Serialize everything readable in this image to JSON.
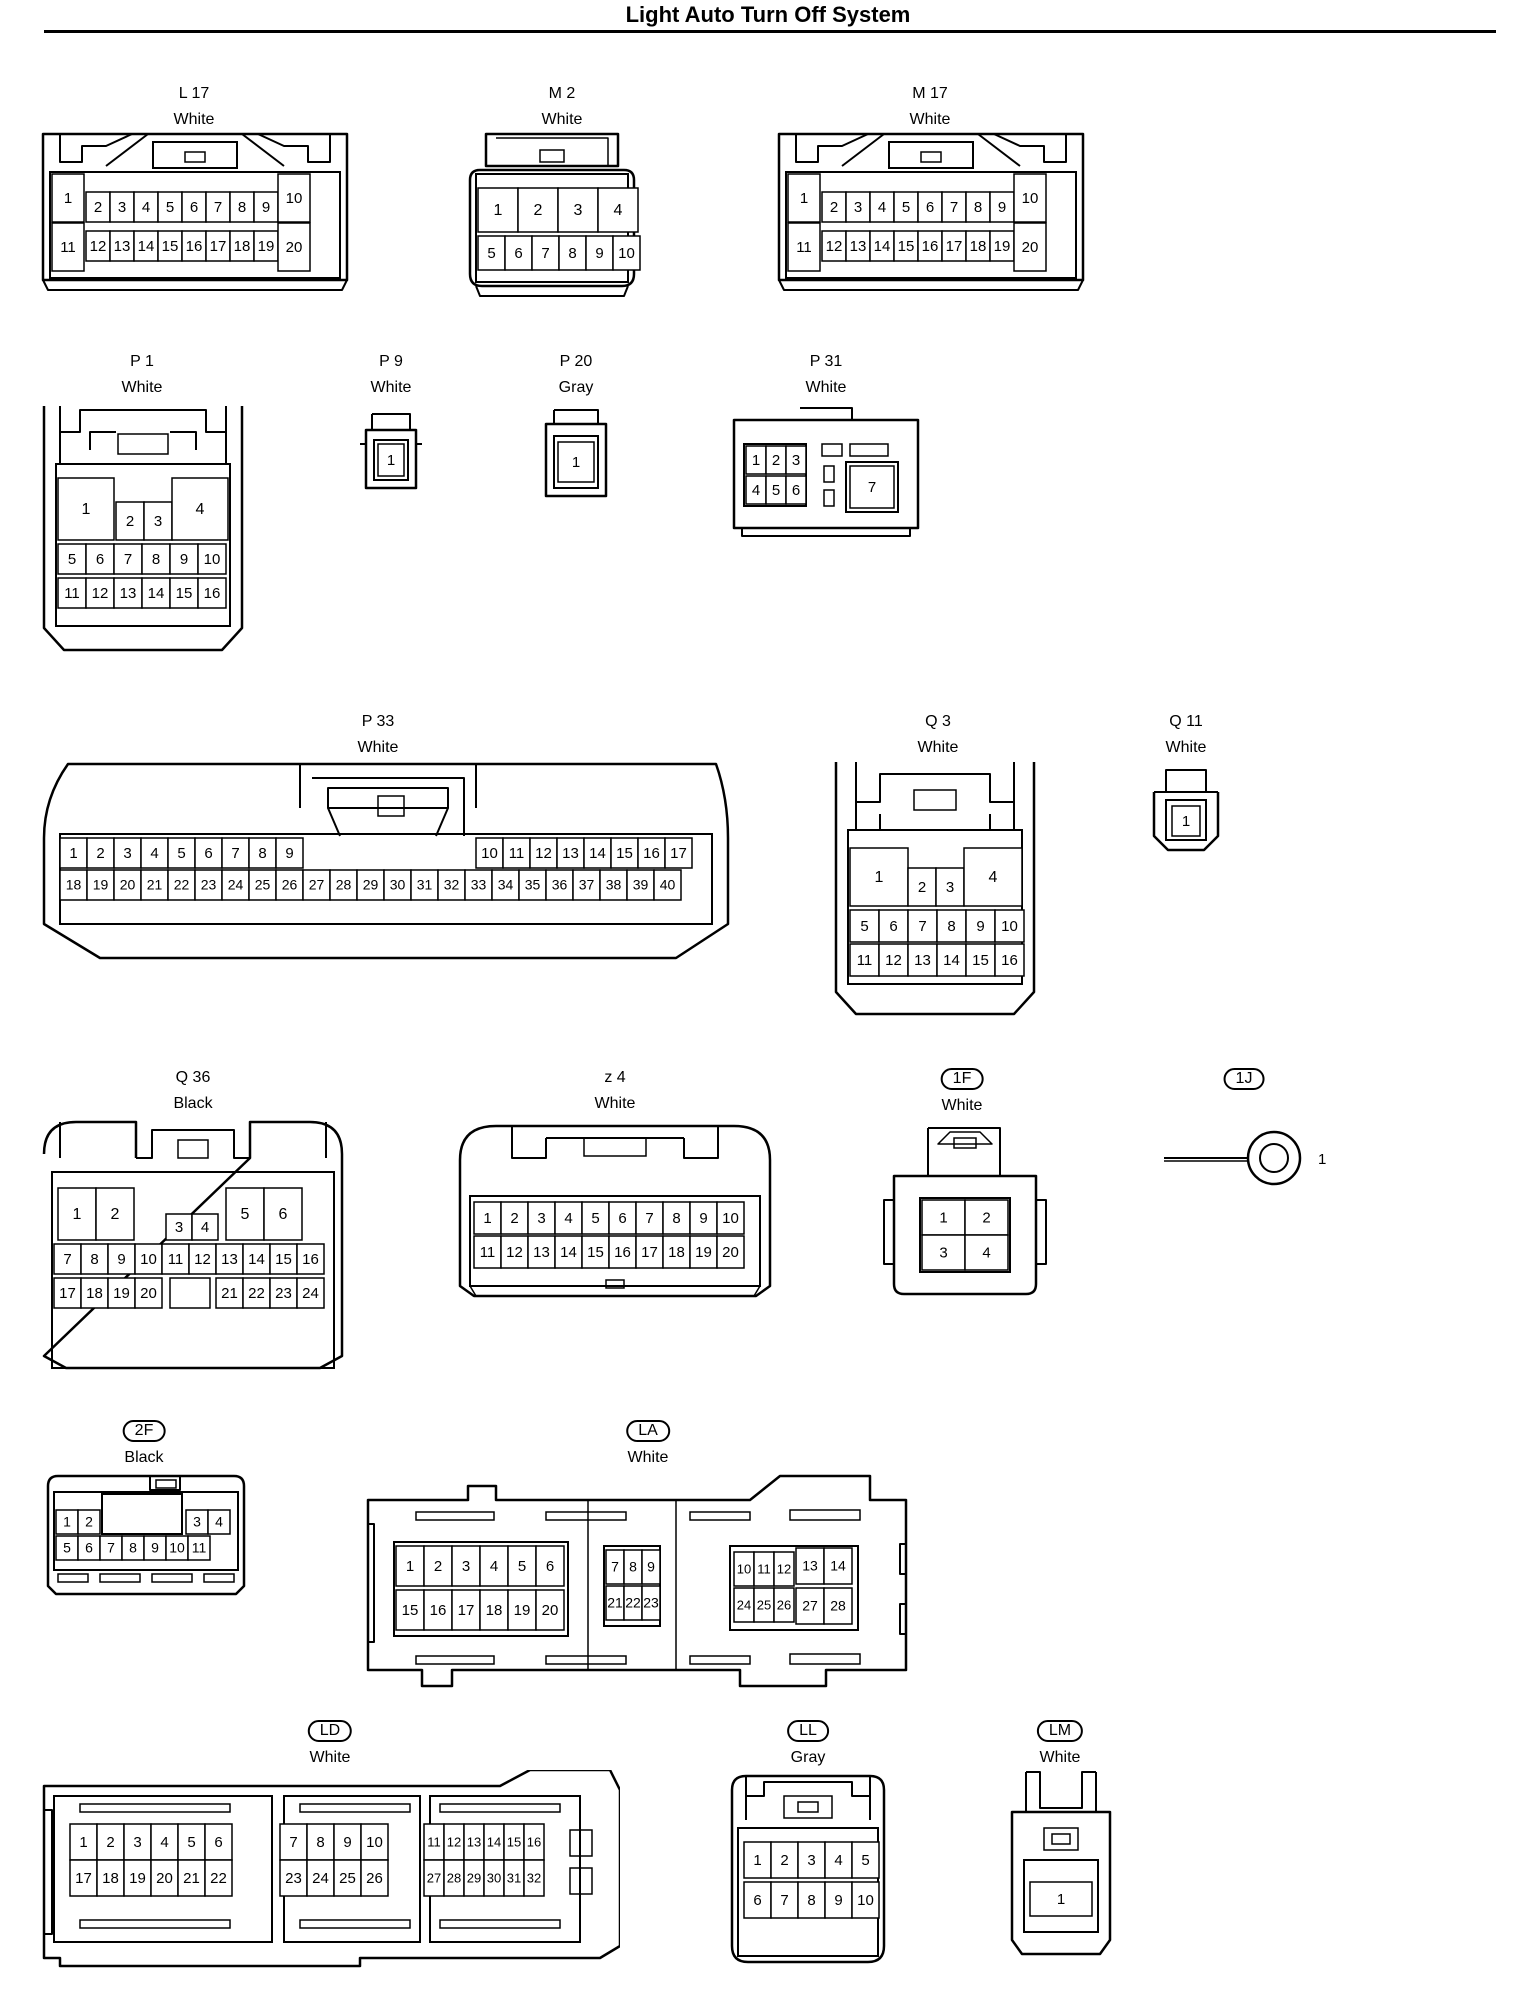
{
  "title": "Light Auto Turn Off System",
  "connectors": [
    {
      "id": "L17",
      "code": "L 17",
      "color": "White",
      "oval": false
    },
    {
      "id": "M2",
      "code": "M 2",
      "color": "White",
      "oval": false
    },
    {
      "id": "M17",
      "code": "M 17",
      "color": "White",
      "oval": false
    },
    {
      "id": "P1",
      "code": "P 1",
      "color": "White",
      "oval": false
    },
    {
      "id": "P9",
      "code": "P 9",
      "color": "White",
      "oval": false
    },
    {
      "id": "P20",
      "code": "P 20",
      "color": "Gray",
      "oval": false
    },
    {
      "id": "P31",
      "code": "P 31",
      "color": "White",
      "oval": false
    },
    {
      "id": "P33",
      "code": "P 33",
      "color": "White",
      "oval": false
    },
    {
      "id": "Q3",
      "code": "Q 3",
      "color": "White",
      "oval": false
    },
    {
      "id": "Q11",
      "code": "Q 11",
      "color": "White",
      "oval": false
    },
    {
      "id": "Q36",
      "code": "Q 36",
      "color": "Black",
      "oval": false
    },
    {
      "id": "z4",
      "code": "z 4",
      "color": "White",
      "oval": false
    },
    {
      "id": "1F",
      "code": "1F",
      "color": "White",
      "oval": true
    },
    {
      "id": "1J",
      "code": "1J",
      "color": "",
      "oval": true
    },
    {
      "id": "2F",
      "code": "2F",
      "color": "Black",
      "oval": true
    },
    {
      "id": "LA",
      "code": "LA",
      "color": "White",
      "oval": true
    },
    {
      "id": "LD",
      "code": "LD",
      "color": "White",
      "oval": true
    },
    {
      "id": "LL",
      "code": "LL",
      "color": "Gray",
      "oval": true
    },
    {
      "id": "LM",
      "code": "LM",
      "color": "White",
      "oval": true
    }
  ],
  "ground_terminal_label": "1"
}
